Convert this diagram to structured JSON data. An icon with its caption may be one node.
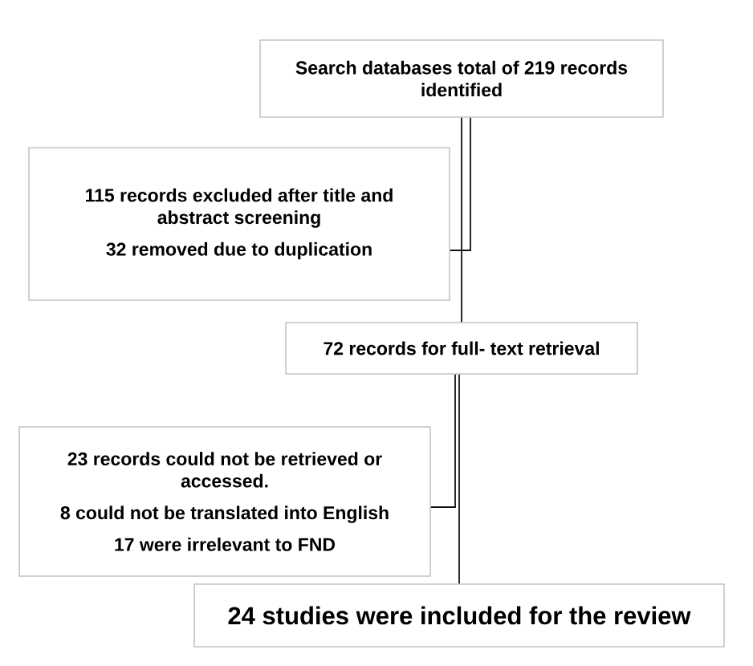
{
  "diagram": {
    "nodes": [
      {
        "text": [
          "Search databases total of 219 records identified"
        ]
      },
      {
        "text": [
          "115 records excluded after title and abstract screening",
          "32 removed due to duplication"
        ]
      },
      {
        "text": [
          "72 records for full- text retrieval"
        ]
      },
      {
        "text": [
          "23 records could not be retrieved or accessed.",
          "8 could not be translated into English",
          "17 were irrelevant to FND"
        ]
      },
      {
        "text": [
          "24 studies were included for the review"
        ]
      }
    ],
    "edges": [
      {
        "from": 0,
        "to": 1,
        "arrow": "none"
      },
      {
        "from": 0,
        "to": 2,
        "arrow": "none"
      },
      {
        "from": 2,
        "to": 3,
        "arrow": "none"
      },
      {
        "from": 2,
        "to": 4,
        "arrow": "none"
      }
    ]
  }
}
